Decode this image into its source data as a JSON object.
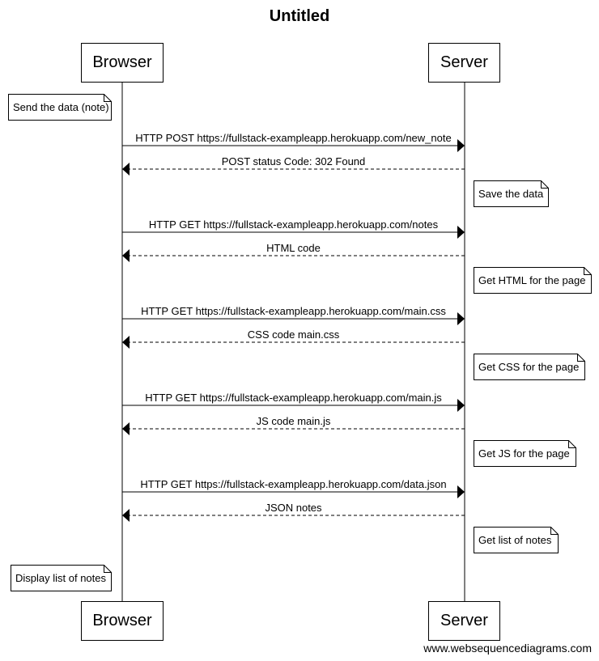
{
  "title": "Untitled",
  "watermark": "www.websequencediagrams.com",
  "participants": [
    {
      "id": "browser",
      "label": "Browser"
    },
    {
      "id": "server",
      "label": "Server"
    }
  ],
  "steps": [
    {
      "type": "note",
      "over": "browser",
      "text": "Send the data (note)"
    },
    {
      "type": "message",
      "from": "browser",
      "to": "server",
      "style": "solid",
      "text": "HTTP POST https://fullstack-exampleapp.herokuapp.com/new_note"
    },
    {
      "type": "message",
      "from": "server",
      "to": "browser",
      "style": "dashed",
      "text": "POST status Code: 302 Found"
    },
    {
      "type": "note",
      "over": "server",
      "text": "Save the data"
    },
    {
      "type": "message",
      "from": "browser",
      "to": "server",
      "style": "solid",
      "text": "HTTP GET https://fullstack-exampleapp.herokuapp.com/notes"
    },
    {
      "type": "message",
      "from": "server",
      "to": "browser",
      "style": "dashed",
      "text": "HTML code"
    },
    {
      "type": "note",
      "over": "server",
      "text": "Get HTML for the page"
    },
    {
      "type": "message",
      "from": "browser",
      "to": "server",
      "style": "solid",
      "text": "HTTP GET https://fullstack-exampleapp.herokuapp.com/main.css"
    },
    {
      "type": "message",
      "from": "server",
      "to": "browser",
      "style": "dashed",
      "text": "CSS code main.css"
    },
    {
      "type": "note",
      "over": "server",
      "text": "Get CSS for the page"
    },
    {
      "type": "message",
      "from": "browser",
      "to": "server",
      "style": "solid",
      "text": "HTTP GET https://fullstack-exampleapp.herokuapp.com/main.js"
    },
    {
      "type": "message",
      "from": "server",
      "to": "browser",
      "style": "dashed",
      "text": "JS code main.js"
    },
    {
      "type": "note",
      "over": "server",
      "text": "Get JS for the page"
    },
    {
      "type": "message",
      "from": "browser",
      "to": "server",
      "style": "solid",
      "text": "HTTP GET https://fullstack-exampleapp.herokuapp.com/data.json"
    },
    {
      "type": "message",
      "from": "server",
      "to": "browser",
      "style": "dashed",
      "text": "JSON notes"
    },
    {
      "type": "note",
      "over": "server",
      "text": "Get list of notes"
    },
    {
      "type": "note",
      "over": "browser",
      "text": "Display list of notes"
    }
  ]
}
